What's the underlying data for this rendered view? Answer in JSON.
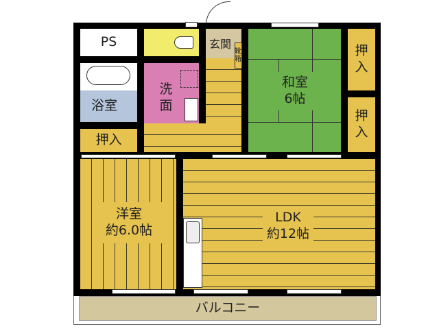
{
  "colors": {
    "wall": "#000000",
    "floor": "#e6c24e",
    "tatami": "#6db34d",
    "bath": "#b5c5dc",
    "washroom": "#d97fb3",
    "toilet": "#f1ec6b",
    "entrance": "#d4c7a1",
    "balcony": "#d3c79d"
  },
  "rooms": {
    "ps": "PS",
    "bath": "浴室",
    "washroom": "洗\n面",
    "entrance": "玄関",
    "shoebox": "靴\n箱",
    "closet_left": "押入",
    "closet_right_top": "押\n入",
    "closet_right_bottom": "押\n入",
    "washitsu": "和室\n6帖",
    "youshitsu": "洋室\n約6.0帖",
    "ldk": "LDK\n約12帖",
    "balcony": "バルコニー"
  }
}
